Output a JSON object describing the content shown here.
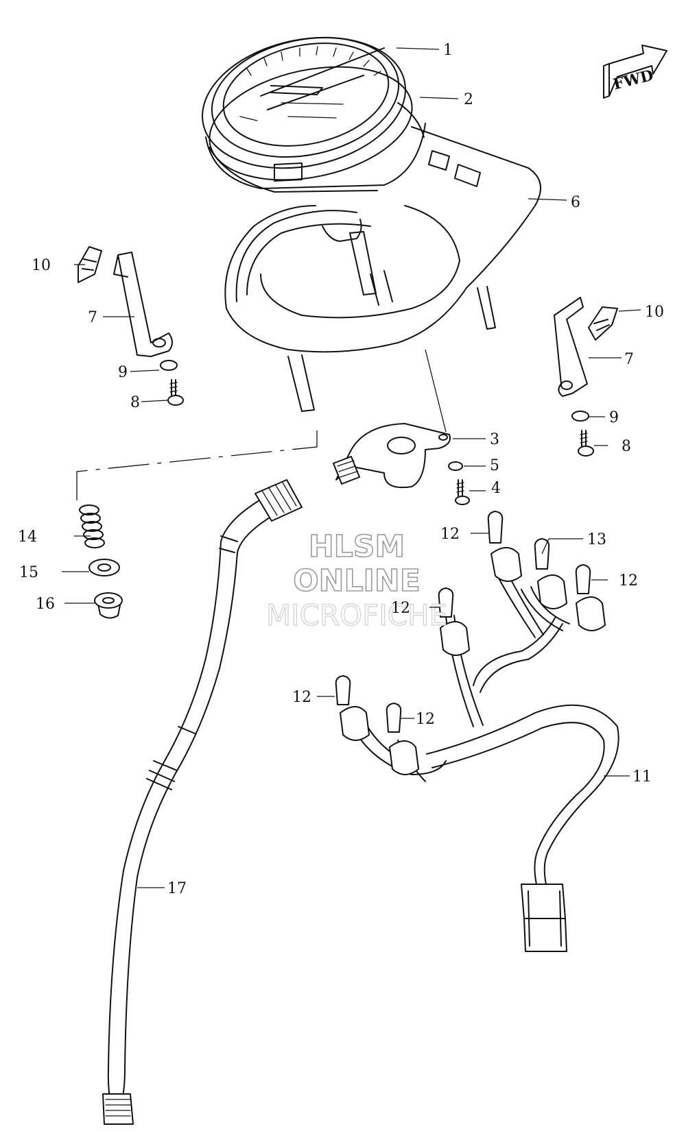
{
  "fwd_label": "FWD",
  "watermark": {
    "line1": "HLSM",
    "line2": "ONLINE",
    "line3": "MICROFICHE"
  },
  "callouts": {
    "c1": "1",
    "c2": "2",
    "c3": "3",
    "c4": "4",
    "c5": "5",
    "c6": "6",
    "c7a": "7",
    "c7b": "7",
    "c8a": "8",
    "c8b": "8",
    "c9a": "9",
    "c9b": "9",
    "c10a": "10",
    "c10b": "10",
    "c11": "11",
    "c12a": "12",
    "c12b": "12",
    "c12c": "12",
    "c12d": "12",
    "c12e": "12",
    "c13": "13",
    "c14": "14",
    "c15": "15",
    "c16": "16",
    "c17": "17"
  }
}
